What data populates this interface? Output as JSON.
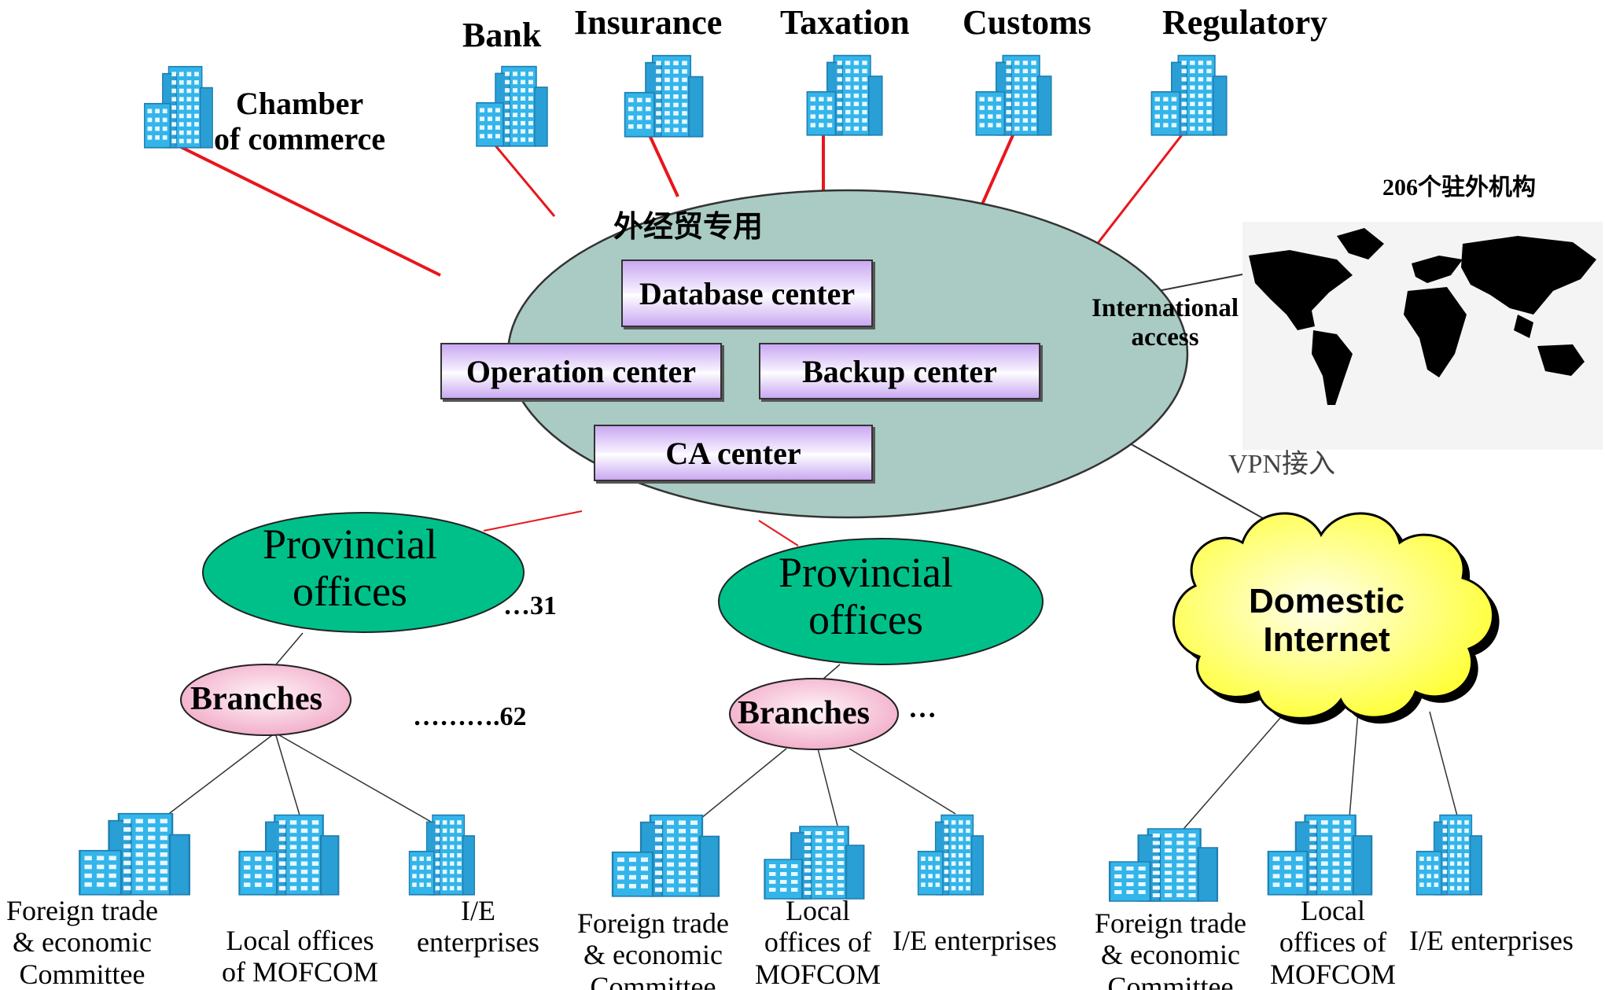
{
  "top_agencies": [
    "Bank",
    "Insurance",
    "Taxation",
    "Customs",
    "Regulatory"
  ],
  "chamber_label": "Chamber\nof commerce",
  "hub": {
    "title": "外经贸专用",
    "database_center": "Database center",
    "operation_center": "Operation center",
    "backup_center": "Backup center",
    "ca_center": "CA center"
  },
  "overseas": {
    "count_label": "206个驻外机构",
    "international_access": "International\naccess",
    "vpn_label": "VPN接入"
  },
  "provincial": {
    "left_label": "Provincial\noffices",
    "left_count": "…31",
    "middle_label": "Provincial\noffices"
  },
  "branches": {
    "left_label": "Branches",
    "left_count": "……….62",
    "middle_label": "Branches",
    "middle_more": "…"
  },
  "internet": {
    "label": "Domestic\nInternet"
  },
  "bottom_groups": [
    {
      "committee": "Foreign trade\n& economic\nCommittee",
      "local": "Local offices\nof MOFCOM",
      "enterprises": "I/E\nenterprises"
    },
    {
      "committee": "Foreign trade\n& economic\nCommittee",
      "local": "Local\noffices of\nMOFCOM",
      "enterprises": "I/E enterprises"
    },
    {
      "committee": "Foreign trade\n& economic\nCommittee",
      "local": "Local\noffices of\nMOFCOM",
      "enterprises": "I/E enterprises"
    }
  ],
  "colors": {
    "hub_fill": "#a9cbc3",
    "provincial_fill": "#00c08a",
    "branches_fill": "#f8c6da",
    "cloud_fill": "#ffff44",
    "building_fill": "#33b5ea",
    "red_link": "#e8161b"
  },
  "icons": [
    "building-icon",
    "world-map-icon",
    "cloud-icon"
  ]
}
